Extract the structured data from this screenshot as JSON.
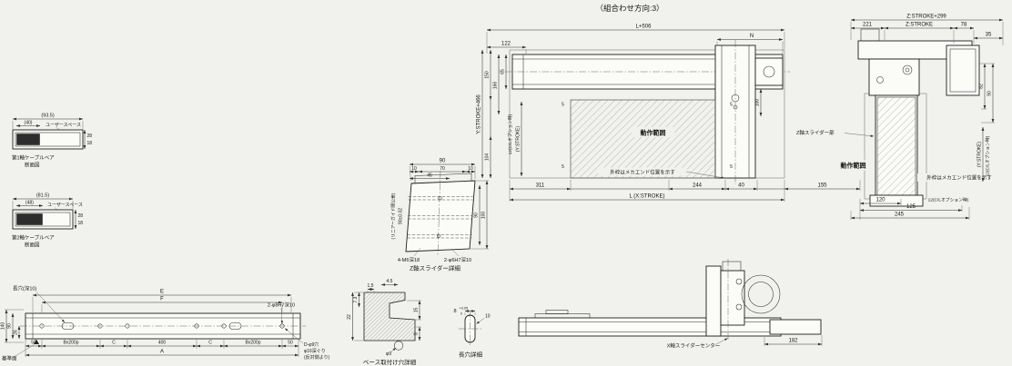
{
  "title": "（組合わせ方向:3）",
  "cable_section_1": {
    "dim_total_width": "(93.5)",
    "dim_inner_width": "(40)",
    "user_space_label": "ユーザースペース",
    "dim_height_outer": "28",
    "dim_height_inner": "18",
    "caption_line1": "第1軸ケーブルベア",
    "caption_line2": "断面図"
  },
  "cable_section_2": {
    "dim_total_width": "(81.5)",
    "dim_inner_width": "(48)",
    "user_space_label": "ユーザースペース",
    "dim_height_outer": "28",
    "dim_height_inner": "18",
    "caption_line1": "第2軸ケーブルベア",
    "caption_line2": "断面図"
  },
  "plan_view": {
    "dim_overall_width": "L+506",
    "dim_n": "N",
    "dim_122": "122",
    "dim_y_stroke_466": "Y:STROKE+466",
    "dim_150": "150",
    "dim_104": "104",
    "dim_166": "166",
    "dim_65": "65",
    "dim_12_cl_option": "12(C/Lオプション時)",
    "dim_y_stroke": "(Y:STROKE)",
    "dim_100": "100",
    "dim_5_tl": "5",
    "dim_5_bl": "5",
    "dim_5_tr": "5",
    "dim_5_br": "5",
    "working_range_label": "動作範囲",
    "mech_end_note": "外枠はメカエンド位置を示す",
    "dim_311": "311",
    "dim_244": "244",
    "dim_40": "40",
    "dim_155": "155",
    "dim_x_stroke": "L (X:STROKE)"
  },
  "side_view": {
    "dim_z_stroke_299": "Z:STROKE+299",
    "dim_221": "221",
    "dim_z_stroke": "Z:STROKE",
    "dim_78": "78",
    "dim_35": "35",
    "dim_82": "82",
    "dim_90": "90",
    "z_slider_label": "Z軸スライダー部",
    "working_range_label": "動作範囲",
    "mech_end_note": "外枠はメカエンド位置を示す",
    "dim_y_stroke": "(Y:STROKE)",
    "dim_12_cl_option_right": "12(C/Lオプション時)",
    "dim_120": "120",
    "dim_12_cl_option_bottom": "12(C/Lオプション時)",
    "dim_125": "125",
    "dim_245": "245"
  },
  "z_slider_detail": {
    "dim_90_top": "90",
    "dim_10_left": "10",
    "dim_70": "70",
    "dim_10_right": "10",
    "dim_45": "45",
    "dim_90_right": "90",
    "dim_100": "100",
    "guide_tolerance_note": "(リニアーガイド間公差)",
    "guide_tolerance_value": "90±0.02",
    "thread_holes_note": "4-M6深18",
    "dowel_holes_note": "2-φ6H7深10",
    "caption": "Z軸スライダー詳細"
  },
  "base_view": {
    "slot_note": "長穴(深10)",
    "dim_e": "E",
    "dim_f": "F",
    "dowel_holes_note": "2-φ8H7深10",
    "dim_140": "140",
    "dim_90": "90",
    "dim_26": "26",
    "dim_50_left": "50",
    "dim_bx200p_left": "Bx200p",
    "dim_c_left": "C",
    "dim_400": "400",
    "dim_c_right": "C",
    "dim_bx200p_right": "Bx200p",
    "dim_50_right": "50",
    "dim_a": "A",
    "datum_label": "基準面",
    "mount_holes_note_line1": "D-φ9穴",
    "mount_holes_note_line2": "φ16深ぐり",
    "mount_holes_note_line3": "(反対側より)"
  },
  "mount_hole_detail": {
    "dim_1_5": "1.5",
    "dim_4_5": "4.5",
    "dim_7_3": "7.3",
    "dim_22": "22",
    "dim_15": "15",
    "dim_8": "8",
    "dim_dia_9": "φ9",
    "caption": "ベース取付け穴詳細"
  },
  "slot_detail": {
    "dim_8": "8",
    "tolerance_upper": "+0.05",
    "tolerance_lower": "0",
    "dim_10": "10",
    "caption": "長穴詳細"
  },
  "x_slider_view": {
    "caption": "X軸スライダーセンター",
    "dim_182": "182"
  }
}
